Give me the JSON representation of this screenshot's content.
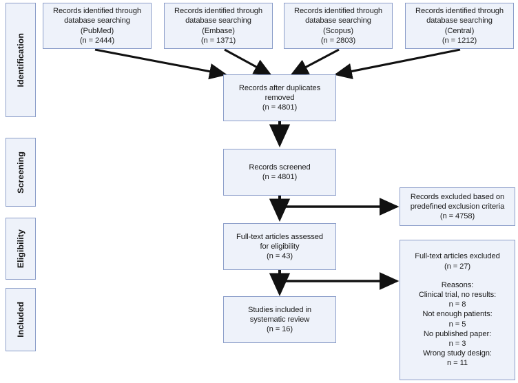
{
  "diagram": {
    "title": "PRISMA flow diagram",
    "type": "flowchart",
    "colors": {
      "node_fill": "#eef2fa",
      "node_border": "#8b9dc9",
      "arrow": "#111111",
      "text": "#1b1b1b",
      "background": "#ffffff"
    }
  },
  "stages": [
    {
      "id": "identification",
      "label": "Identification"
    },
    {
      "id": "screening",
      "label": "Screening"
    },
    {
      "id": "eligibility",
      "label": "Eligibility"
    },
    {
      "id": "included",
      "label": "Included"
    }
  ],
  "sources": [
    {
      "id": "pubmed",
      "line1": "Records identified through",
      "line2": "database searching",
      "line3": "(PubMed)",
      "line4": "(n = 2444)",
      "database": "PubMed",
      "count": 2444
    },
    {
      "id": "embase",
      "line1": "Records identified through",
      "line2": "database searching",
      "line3": "(Embase)",
      "line4": "(n = 1371)",
      "database": "Embase",
      "count": 1371
    },
    {
      "id": "scopus",
      "line1": "Records identified through",
      "line2": "database searching",
      "line3": "(Scopus)",
      "line4": "(n = 2803)",
      "database": "Scopus",
      "count": 2803
    },
    {
      "id": "central",
      "line1": "Records identified through",
      "line2": "database searching",
      "line3": "(Central)",
      "line4": "(n = 1212)",
      "database": "Central",
      "count": 1212
    }
  ],
  "flow": {
    "duplicates_removed": {
      "line1": "Records after duplicates",
      "line2": "removed",
      "line3": "(n = 4801)",
      "count": 4801
    },
    "records_screened": {
      "line1": "Records screened",
      "line2": "(n = 4801)",
      "count": 4801
    },
    "fulltext_assessed": {
      "line1": "Full-text articles assessed",
      "line2": "for eligibility",
      "line3": "(n = 43)",
      "count": 43
    },
    "studies_included": {
      "line1": "Studies included in",
      "line2": "systematic review",
      "line3": "(n = 16)",
      "count": 16
    }
  },
  "exclusions": {
    "records_excluded": {
      "line1": "Records excluded based on",
      "line2": "predefined exclusion criteria",
      "line3": "(n = 4758)",
      "count": 4758
    },
    "fulltext_excluded": {
      "line1": "Full-text articles excluded",
      "line2": "(n = 27)",
      "count": 27,
      "reasons_header": "Reasons:",
      "reasons": [
        {
          "label": "Clinical trial, no results:",
          "value": "n = 8",
          "count": 8
        },
        {
          "label": "Not enough patients:",
          "value": "n = 5",
          "count": 5
        },
        {
          "label": "No published paper:",
          "value": "n = 3",
          "count": 3
        },
        {
          "label": "Wrong study design:",
          "value": "n = 11",
          "count": 11
        }
      ]
    }
  }
}
